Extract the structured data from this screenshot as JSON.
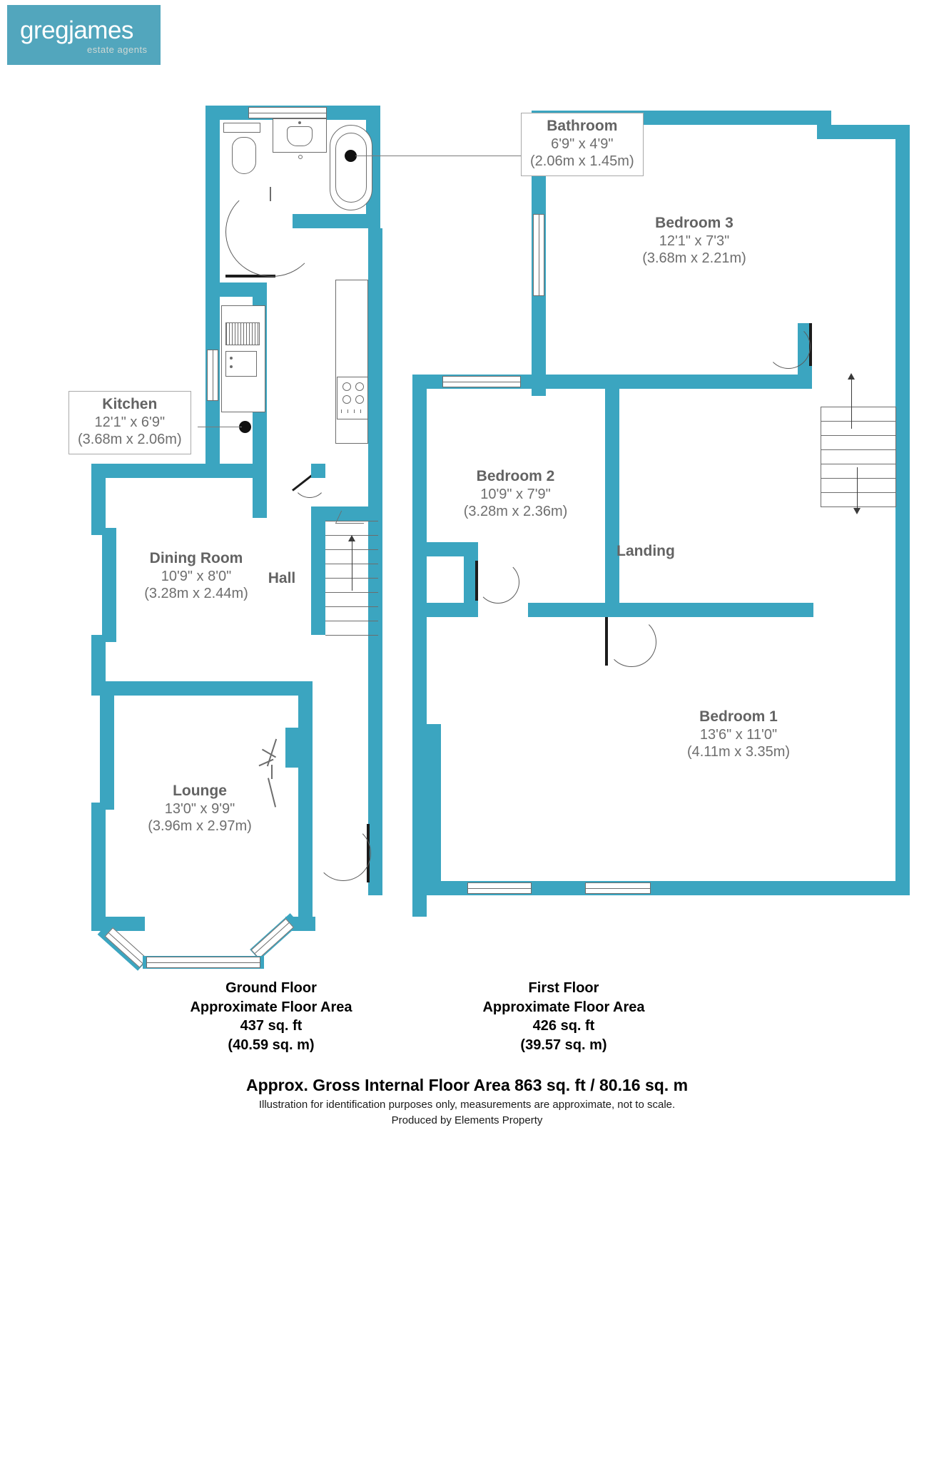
{
  "logo": {
    "word1": "greg",
    "word2": "james",
    "tagline": "estate agents",
    "bg_color": "#52a6bd"
  },
  "theme": {
    "wall_color": "#3ba5c0",
    "line_color": "#6d6d6d",
    "label_color": "#6e6e6e"
  },
  "rooms": [
    {
      "key": "bathroom",
      "name": "Bathroom",
      "imperial": "6'9\" x 4'9\"",
      "metric": "(2.06m x 1.45m)",
      "boxed": true,
      "floor": "ground"
    },
    {
      "key": "kitchen",
      "name": "Kitchen",
      "imperial": "12'1\" x 6'9\"",
      "metric": "(3.68m x 2.06m)",
      "boxed": true,
      "floor": "ground"
    },
    {
      "key": "dining_room",
      "name": "Dining Room",
      "imperial": "10'9\" x 8'0\"",
      "metric": "(3.28m x 2.44m)",
      "boxed": false,
      "floor": "ground"
    },
    {
      "key": "hall",
      "name": "Hall",
      "imperial": "",
      "metric": "",
      "boxed": false,
      "floor": "ground"
    },
    {
      "key": "lounge",
      "name": "Lounge",
      "imperial": "13'0\" x 9'9\"",
      "metric": "(3.96m x 2.97m)",
      "boxed": false,
      "floor": "ground"
    },
    {
      "key": "bedroom3",
      "name": "Bedroom 3",
      "imperial": "12'1\" x 7'3\"",
      "metric": "(3.68m x 2.21m)",
      "boxed": false,
      "floor": "first"
    },
    {
      "key": "bedroom2",
      "name": "Bedroom 2",
      "imperial": "10'9\" x 7'9\"",
      "metric": "(3.28m x 2.36m)",
      "boxed": false,
      "floor": "first"
    },
    {
      "key": "landing",
      "name": "Landing",
      "imperial": "",
      "metric": "",
      "boxed": false,
      "floor": "first"
    },
    {
      "key": "bedroom1",
      "name": "Bedroom 1",
      "imperial": "13'6\" x 11'0\"",
      "metric": "(4.11m x 3.35m)",
      "boxed": false,
      "floor": "first"
    }
  ],
  "floor_summaries": [
    {
      "key": "ground",
      "title": "Ground Floor",
      "subtitle": "Approximate Floor Area",
      "area_ft": "437 sq. ft",
      "area_m": "(40.59 sq. m)"
    },
    {
      "key": "first",
      "title": "First Floor",
      "subtitle": "Approximate Floor Area",
      "area_ft": "426 sq. ft",
      "area_m": "(39.57 sq. m)"
    }
  ],
  "footer": {
    "gross": "Approx. Gross Internal Floor Area 863 sq. ft / 80.16 sq. m",
    "disclaimer": "Illustration for identification purposes only, measurements are approximate, not to scale.",
    "producer": "Produced by Elements Property"
  }
}
